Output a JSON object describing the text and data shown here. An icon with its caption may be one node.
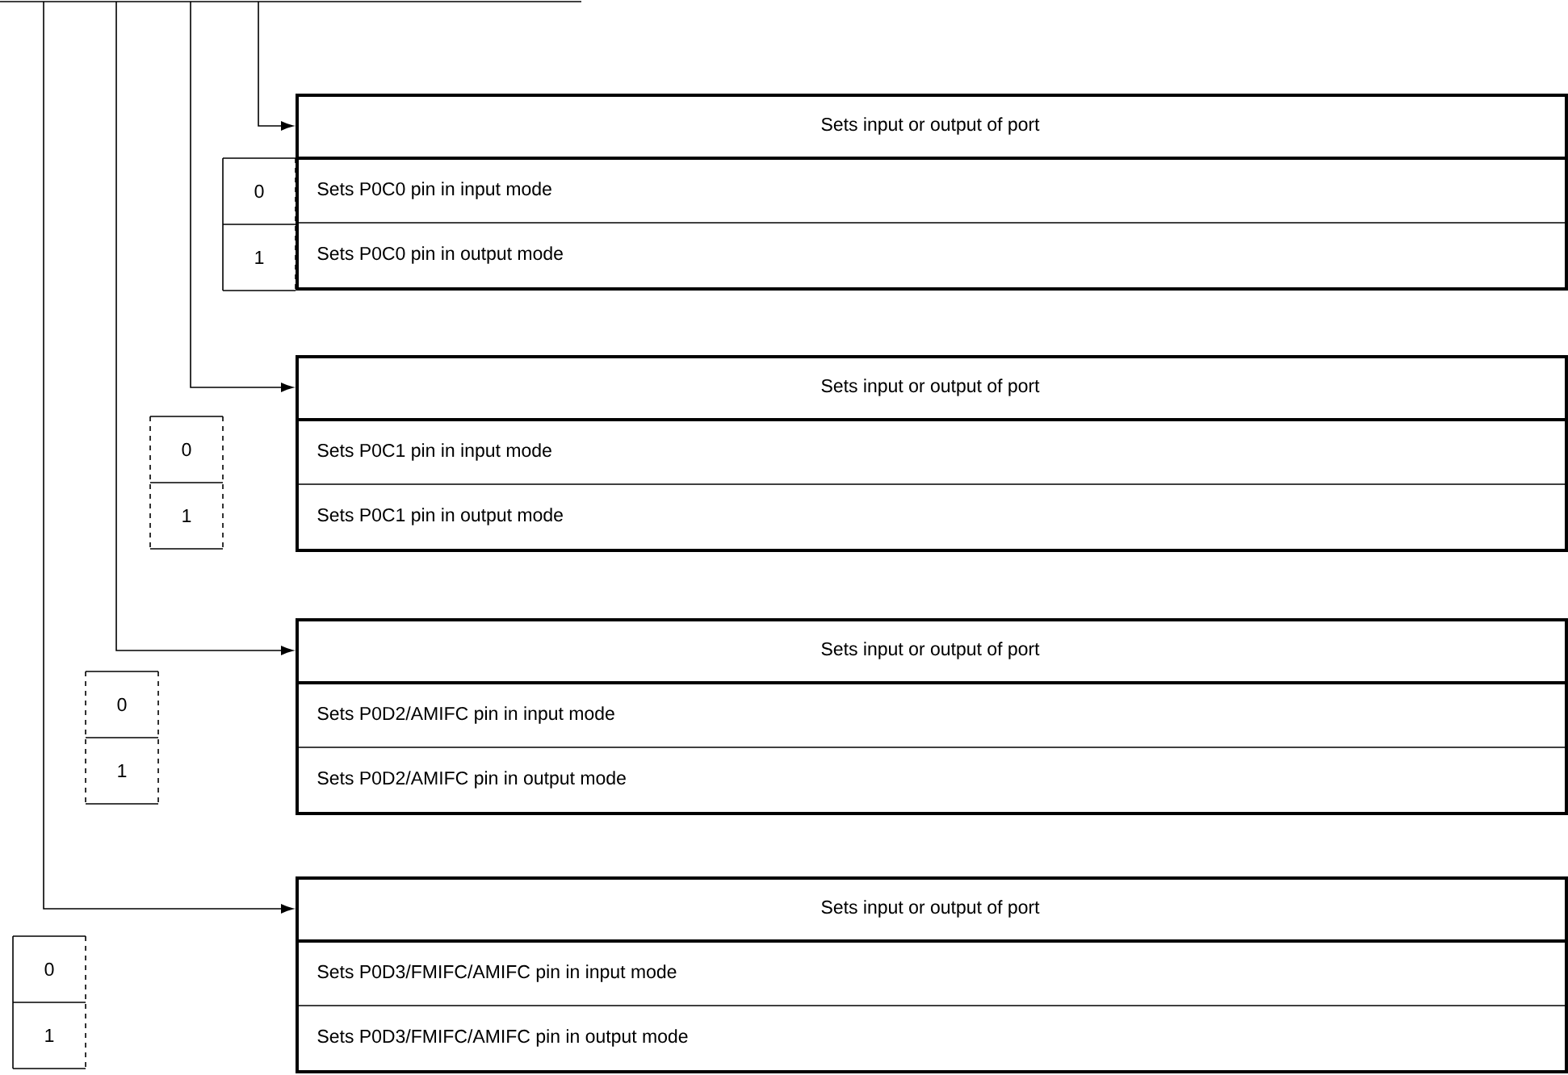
{
  "diagram": {
    "nodes": [
      {
        "text": [
          "Sets input or output of port",
          "Sets P0C0 pin in input mode",
          "Sets P0C0 pin in output mode"
        ]
      },
      {
        "text": [
          "0",
          "1"
        ]
      },
      {
        "text": [
          "Sets input or output of port",
          "Sets P0C1 pin in input mode",
          "Sets P0C1 pin in output mode"
        ]
      },
      {
        "text": [
          "0",
          "1"
        ]
      },
      {
        "text": [
          "Sets input or output of port",
          "Sets P0D2/AMIFC pin in input mode",
          "Sets P0D2/AMIFC pin in output mode"
        ]
      },
      {
        "text": [
          "0",
          "1"
        ]
      },
      {
        "text": [
          "Sets input or output of port",
          "Sets P0D3/FMIFC/AMIFC pin in input mode",
          "Sets P0D3/FMIFC/AMIFC pin in output mode"
        ]
      },
      {
        "text": [
          "0",
          "1"
        ]
      }
    ],
    "edges": [
      {
        "from": null,
        "to": 0,
        "arrow": "to"
      },
      {
        "from": null,
        "to": 2,
        "arrow": "to"
      },
      {
        "from": null,
        "to": 4,
        "arrow": "to"
      },
      {
        "from": null,
        "to": 6,
        "arrow": "to"
      }
    ]
  }
}
